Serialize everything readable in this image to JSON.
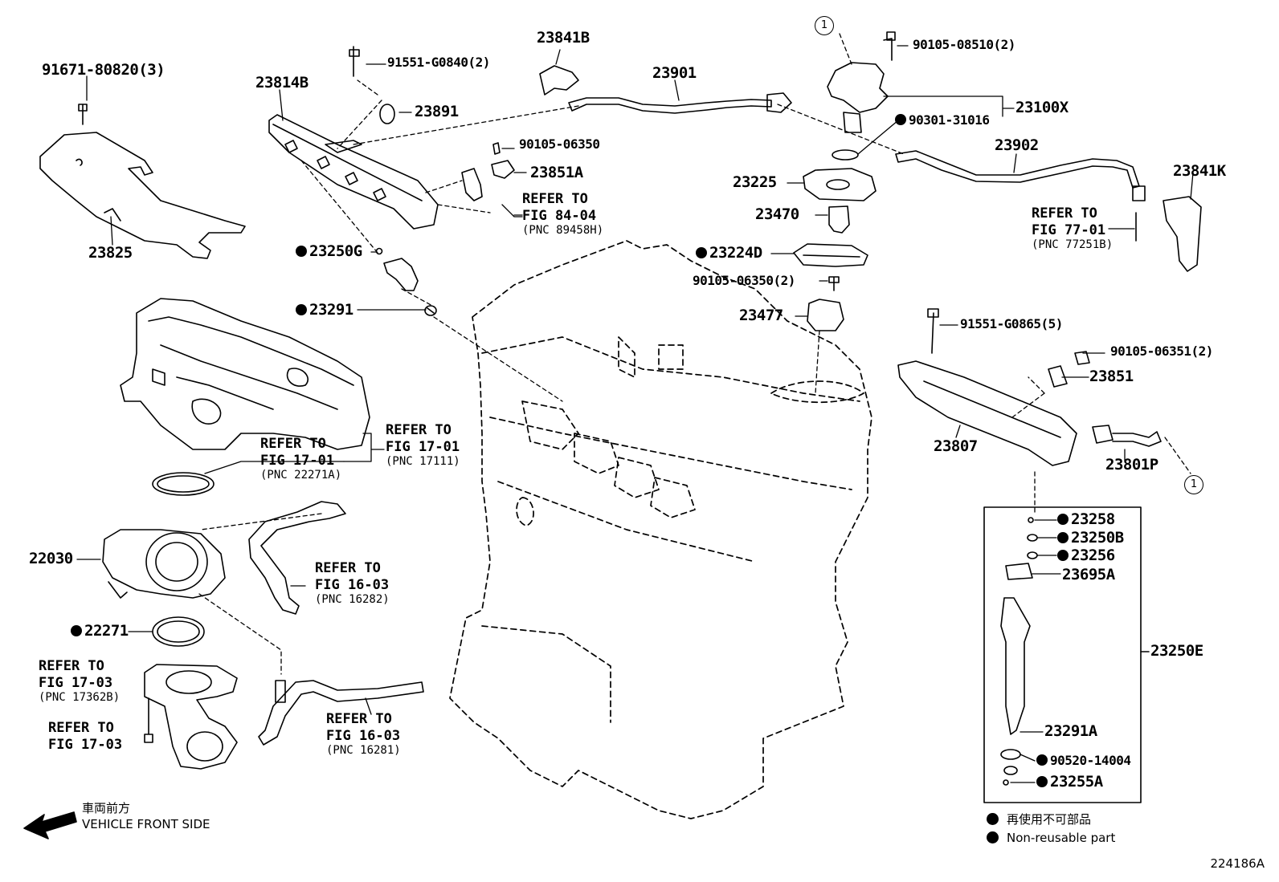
{
  "labels": {
    "p_91671": "91671-80820(3)",
    "p_23825": "23825",
    "p_23814B": "23814B",
    "p_91551a": "91551-G0840(2)",
    "p_23891": "23891",
    "p_23841B": "23841B",
    "p_23901": "23901",
    "p_90105_08510": "90105-08510(2)",
    "p_23100X": "23100X",
    "p_90301": "90301-31016",
    "p_23902": "23902",
    "p_23841K": "23841K",
    "p_90105_06350": "90105-06350",
    "p_23851A": "23851A",
    "p_23225": "23225",
    "p_23470": "23470",
    "p_23224D": "23224D",
    "p_90105_06350_2": "90105-06350(2)",
    "p_23477": "23477",
    "p_23250G": "23250G",
    "p_23291": "23291",
    "p_91551b": "91551-G0865(5)",
    "p_90105_06351": "90105-06351(2)",
    "p_23851": "23851",
    "p_23807": "23807",
    "p_23801P": "23801P",
    "p_22030": "22030",
    "p_22271": "22271",
    "p_23258": "23258",
    "p_23250B": "23250B",
    "p_23256": "23256",
    "p_23695A": "23695A",
    "p_23250E": "23250E",
    "p_23291A": "23291A",
    "p_90520": "90520-14004",
    "p_23255A": "23255A"
  },
  "refs": {
    "r_84_04": {
      "line1": "REFER TO",
      "line2": "FIG 84-04",
      "pnc": "(PNC 89458H)"
    },
    "r_77_01": {
      "line1": "REFER TO",
      "line2": "FIG 77-01",
      "pnc": "(PNC 77251B)"
    },
    "r_17_01a": {
      "line1": "REFER TO",
      "line2": "FIG 17-01",
      "pnc": "(PNC 17111)"
    },
    "r_17_01b": {
      "line1": "REFER TO",
      "line2": "FIG 17-01",
      "pnc": "(PNC 22271A)"
    },
    "r_16_03a": {
      "line1": "REFER TO",
      "line2": "FIG 16-03",
      "pnc": "(PNC 16282)"
    },
    "r_17_03a": {
      "line1": "REFER TO",
      "line2": "FIG 17-03",
      "pnc": "(PNC 17362B)"
    },
    "r_17_03b": {
      "line1": "REFER TO",
      "line2": "FIG 17-03",
      "pnc": ""
    },
    "r_16_03b": {
      "line1": "REFER TO",
      "line2": "FIG 16-03",
      "pnc": "(PNC 16281)"
    }
  },
  "callouts": {
    "c1": "1",
    "c2": "1"
  },
  "legend": {
    "jp": "再使用不可部品",
    "en": "Non-reusable part"
  },
  "front": {
    "jp": "車両前方",
    "en": "VEHICLE FRONT SIDE"
  },
  "figure_code": "224186A"
}
